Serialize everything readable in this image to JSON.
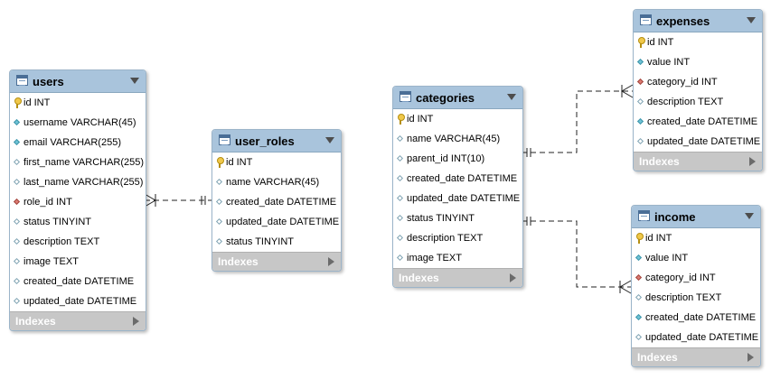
{
  "indexes_label": "Indexes",
  "tables": {
    "users": {
      "name": "users",
      "columns": [
        {
          "text": "id INT",
          "kind": "pk"
        },
        {
          "text": "username VARCHAR(45)",
          "kind": "nn"
        },
        {
          "text": "email VARCHAR(255)",
          "kind": "nn"
        },
        {
          "text": "first_name VARCHAR(255)",
          "kind": "null"
        },
        {
          "text": "last_name VARCHAR(255)",
          "kind": "null"
        },
        {
          "text": "role_id INT",
          "kind": "fk"
        },
        {
          "text": "status TINYINT",
          "kind": "null"
        },
        {
          "text": "description TEXT",
          "kind": "null"
        },
        {
          "text": "image TEXT",
          "kind": "null"
        },
        {
          "text": "created_date DATETIME",
          "kind": "null"
        },
        {
          "text": "updated_date DATETIME",
          "kind": "null"
        }
      ]
    },
    "user_roles": {
      "name": "user_roles",
      "columns": [
        {
          "text": "id INT",
          "kind": "pk"
        },
        {
          "text": "name VARCHAR(45)",
          "kind": "null"
        },
        {
          "text": "created_date DATETIME",
          "kind": "null"
        },
        {
          "text": "updated_date DATETIME",
          "kind": "null"
        },
        {
          "text": "status TINYINT",
          "kind": "null"
        }
      ]
    },
    "categories": {
      "name": "categories",
      "columns": [
        {
          "text": "id INT",
          "kind": "pk"
        },
        {
          "text": "name VARCHAR(45)",
          "kind": "null"
        },
        {
          "text": "parent_id INT(10)",
          "kind": "null"
        },
        {
          "text": "created_date DATETIME",
          "kind": "null"
        },
        {
          "text": "updated_date DATETIME",
          "kind": "null"
        },
        {
          "text": "status TINYINT",
          "kind": "null"
        },
        {
          "text": "description TEXT",
          "kind": "null"
        },
        {
          "text": "image TEXT",
          "kind": "null"
        }
      ]
    },
    "expenses": {
      "name": "expenses",
      "columns": [
        {
          "text": "id INT",
          "kind": "pk"
        },
        {
          "text": "value INT",
          "kind": "nn"
        },
        {
          "text": "category_id INT",
          "kind": "fk"
        },
        {
          "text": "description TEXT",
          "kind": "null"
        },
        {
          "text": "created_date DATETIME",
          "kind": "nn"
        },
        {
          "text": "updated_date DATETIME",
          "kind": "null"
        }
      ]
    },
    "income": {
      "name": "income",
      "columns": [
        {
          "text": "id INT",
          "kind": "pk"
        },
        {
          "text": "value INT",
          "kind": "nn"
        },
        {
          "text": "category_id INT",
          "kind": "fk"
        },
        {
          "text": "description TEXT",
          "kind": "null"
        },
        {
          "text": "created_date DATETIME",
          "kind": "nn"
        },
        {
          "text": "updated_date DATETIME",
          "kind": "null"
        }
      ]
    }
  },
  "relationships": [
    {
      "from": "users",
      "to": "user_roles",
      "from_end": "many",
      "to_end": "one"
    },
    {
      "from": "categories",
      "to": "expenses",
      "from_end": "one",
      "to_end": "many"
    },
    {
      "from": "categories",
      "to": "income",
      "from_end": "one",
      "to_end": "many"
    }
  ],
  "colors": {
    "header": "#a9c4dc",
    "indexes_bar": "#c7c7c7",
    "line": "#222222"
  }
}
